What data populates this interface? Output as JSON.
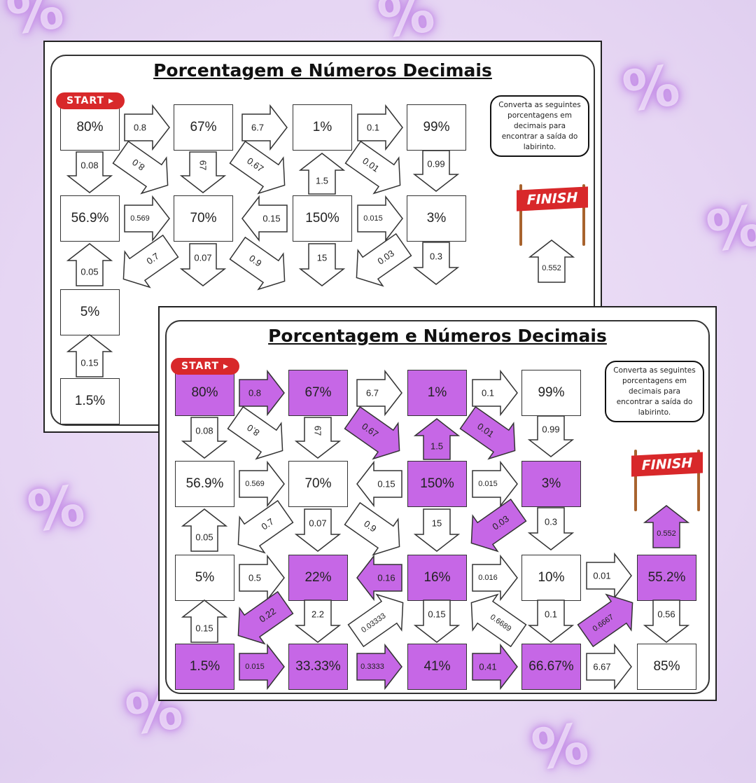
{
  "decor_glyph": "%",
  "worksheet": {
    "title": "Porcentagem e Números Decimais",
    "start_label": "START ▸",
    "finish_label": "FINISH",
    "instructions": "Converta as seguintes porcentagens em decimais para encontrar a saída do labirinto.",
    "highlight_color": "#c667e6",
    "boxes": [
      {
        "label": "80%",
        "highlighted": true
      },
      {
        "label": "67%",
        "highlighted": true
      },
      {
        "label": "1%",
        "highlighted": true
      },
      {
        "label": "99%",
        "highlighted": false
      },
      {
        "label": "56.9%",
        "highlighted": false
      },
      {
        "label": "70%",
        "highlighted": false
      },
      {
        "label": "150%",
        "highlighted": true
      },
      {
        "label": "3%",
        "highlighted": true
      },
      {
        "label": "5%",
        "highlighted": false
      },
      {
        "label": "22%",
        "highlighted": true
      },
      {
        "label": "16%",
        "highlighted": true
      },
      {
        "label": "10%",
        "highlighted": false
      },
      {
        "label": "55.2%",
        "highlighted": true
      },
      {
        "label": "1.5%",
        "highlighted": true
      },
      {
        "label": "33.33%",
        "highlighted": true
      },
      {
        "label": "41%",
        "highlighted": true
      },
      {
        "label": "66.67%",
        "highlighted": true
      },
      {
        "label": "85%",
        "highlighted": false
      }
    ],
    "arrows": [
      {
        "label": "0.8",
        "highlighted": true
      },
      {
        "label": "6.7",
        "highlighted": false
      },
      {
        "label": "0.1",
        "highlighted": false
      },
      {
        "label": "0.08",
        "highlighted": false
      },
      {
        "label": "8.0",
        "highlighted": false
      },
      {
        "label": "67",
        "highlighted": false
      },
      {
        "label": "0.67",
        "highlighted": true
      },
      {
        "label": "1.5",
        "highlighted": true
      },
      {
        "label": "0.01",
        "highlighted": true
      },
      {
        "label": "0.99",
        "highlighted": false
      },
      {
        "label": "0.569",
        "highlighted": false
      },
      {
        "label": "0.15",
        "highlighted": false
      },
      {
        "label": "0.015",
        "highlighted": false
      },
      {
        "label": "0.05",
        "highlighted": false
      },
      {
        "label": "0.7",
        "highlighted": false
      },
      {
        "label": "0.07",
        "highlighted": false
      },
      {
        "label": "0.9",
        "highlighted": false
      },
      {
        "label": "15",
        "highlighted": false
      },
      {
        "label": "0.03",
        "highlighted": true
      },
      {
        "label": "0.3",
        "highlighted": false
      },
      {
        "label": "0.552",
        "highlighted": true
      },
      {
        "label": "0.5",
        "highlighted": false
      },
      {
        "label": "0.16",
        "highlighted": true
      },
      {
        "label": "0.016",
        "highlighted": false
      },
      {
        "label": "0.01",
        "highlighted": false
      },
      {
        "label": "0.15",
        "highlighted": false
      },
      {
        "label": "0.22",
        "highlighted": true
      },
      {
        "label": "2.2",
        "highlighted": false
      },
      {
        "label": "0.03333",
        "highlighted": false
      },
      {
        "label": "0.15",
        "highlighted": false
      },
      {
        "label": "0.6689",
        "highlighted": false
      },
      {
        "label": "0.1",
        "highlighted": false
      },
      {
        "label": "0.6667",
        "highlighted": true
      },
      {
        "label": "0.56",
        "highlighted": false
      },
      {
        "label": "0.015",
        "highlighted": true
      },
      {
        "label": "0.3333",
        "highlighted": true
      },
      {
        "label": "0.41",
        "highlighted": true
      },
      {
        "label": "6.67",
        "highlighted": false
      }
    ]
  }
}
